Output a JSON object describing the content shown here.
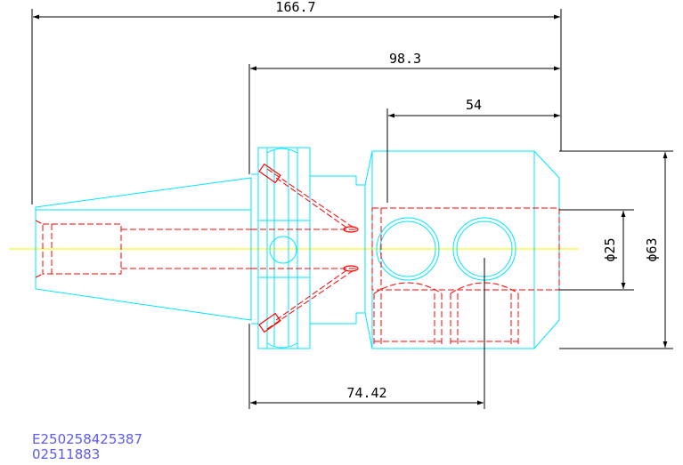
{
  "dimensions": {
    "overall_length": "166.7",
    "flange_to_end": "98.3",
    "body_length": "54",
    "center_offset": "74.42",
    "bore_diameter": "ϕ25",
    "body_diameter": "ϕ63"
  },
  "part_codes": {
    "code1": "E250258425387",
    "code2": "02511883"
  },
  "colors": {
    "outline": "#00e5ff",
    "hidden": "#ff0000",
    "centerline": "#ffff00",
    "dimension": "#000000",
    "code_text": "#5a5af0"
  }
}
